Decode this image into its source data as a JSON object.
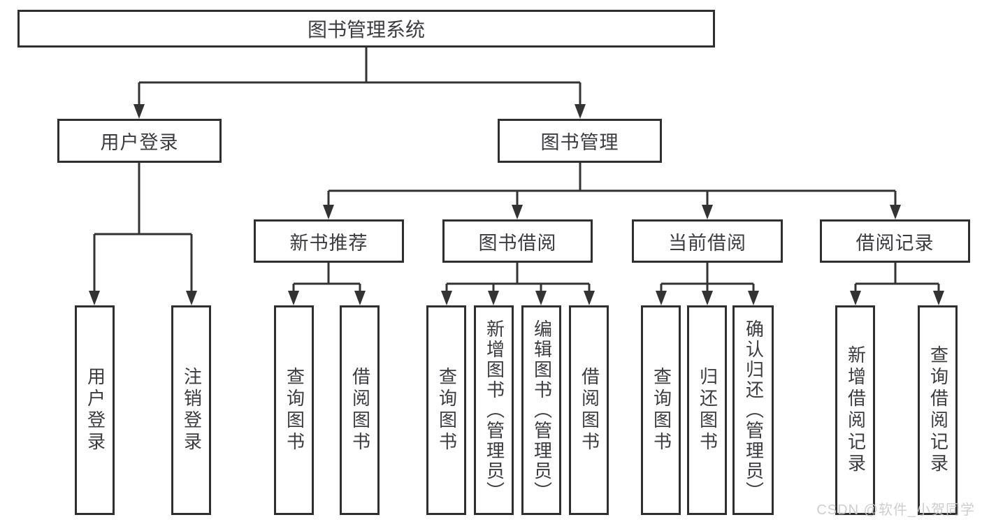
{
  "title": "图书管理系统",
  "colors": {
    "line": "#333333",
    "border": "#2f2f2f",
    "text": "#3c3c40",
    "box_fill": "#ffffff",
    "watermark": "#c9c9c9"
  },
  "tree": {
    "root": {
      "label": "图书管理系统"
    },
    "branches": [
      {
        "label": "用户登录",
        "children": [
          {
            "label": "用户登录"
          },
          {
            "label": "注销登录"
          }
        ]
      },
      {
        "label": "图书管理",
        "children": [
          {
            "label": "新书推荐",
            "children": [
              {
                "label": "查询图书"
              },
              {
                "label": "借阅图书"
              }
            ]
          },
          {
            "label": "图书借阅",
            "children": [
              {
                "label": "查询图书"
              },
              {
                "label": "新增图书（管理员）"
              },
              {
                "label": "编辑图书（管理员）"
              },
              {
                "label": "借阅图书"
              }
            ]
          },
          {
            "label": "当前借阅",
            "children": [
              {
                "label": "查询图书"
              },
              {
                "label": "归还图书"
              },
              {
                "label": "确认归还（管理员）"
              }
            ]
          },
          {
            "label": "借阅记录",
            "children": [
              {
                "label": "新增借阅记录"
              },
              {
                "label": "查询借阅记录"
              }
            ]
          }
        ]
      }
    ]
  },
  "watermark": {
    "text": "CSDN @软件_小贺同学"
  }
}
